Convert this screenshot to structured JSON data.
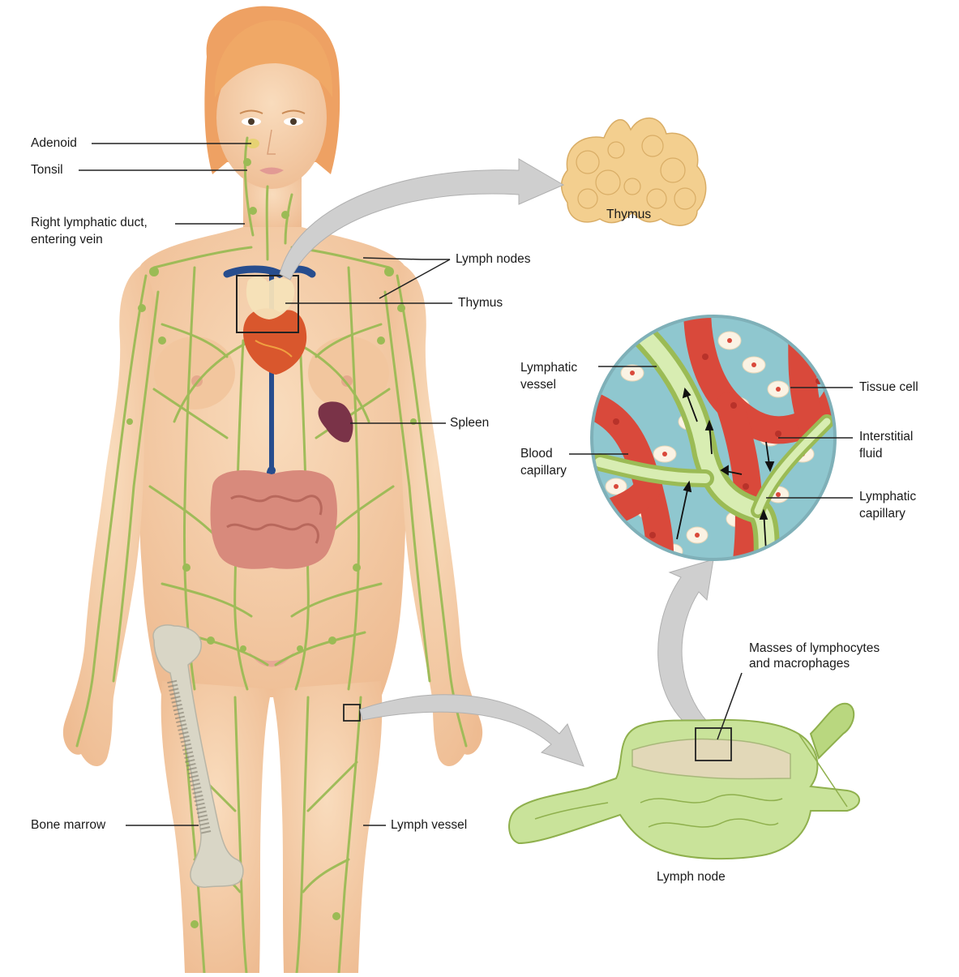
{
  "labels": {
    "adenoid": "Adenoid",
    "tonsil": "Tonsil",
    "right_duct_line1": "Right lymphatic duct,",
    "right_duct_line2": "entering vein",
    "lymph_nodes": "Lymph nodes",
    "thymus_body": "Thymus",
    "thymus_inset": "Thymus",
    "spleen": "Spleen",
    "bone_marrow": "Bone marrow",
    "lymph_vessel": "Lymph vessel",
    "lymphatic_vessel_line1": "Lymphatic",
    "lymphatic_vessel_line2": "vessel",
    "blood_capillary_line1": "Blood",
    "blood_capillary_line2": "capillary",
    "tissue_cell": "Tissue cell",
    "interstitial_line1": "Interstitial",
    "interstitial_line2": "fluid",
    "lymphatic_capillary_line1": "Lymphatic",
    "lymphatic_capillary_line2": "capillary",
    "masses_line1": "Masses of lymphocytes",
    "masses_line2": "and macrophages",
    "lymph_node": "Lymph node"
  },
  "colors": {
    "skin": "#f6cfa8",
    "skin_shade": "#eab48a",
    "hair": "#f0a866",
    "lymph": "#9bbb55",
    "lymph_light": "#c9e39a",
    "vein": "#274d8e",
    "heart": "#d9572d",
    "intestine": "#d88a7c",
    "spleen": "#7a3348",
    "bone": "#d9d6c6",
    "blood_capillary": "#d9493b",
    "interstitial": "#8fc7cf",
    "thymus": "#f3cf8f",
    "arrow": "#c9c9c9"
  }
}
